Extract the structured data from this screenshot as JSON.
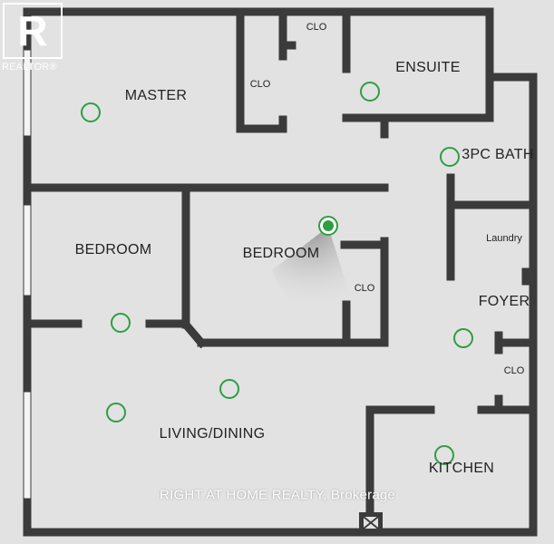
{
  "logo": {
    "mark": "R",
    "text": "REALTOR®"
  },
  "rooms": {
    "master": "MASTER",
    "ensuite": "ENSUITE",
    "bath": "3PC BATH",
    "bedroom_1": "BEDROOM",
    "bedroom_2": "BEDROOM",
    "laundry": "Laundry",
    "foyer": "FOYER",
    "living": "LIVING/DINING",
    "kitchen": "KITCHEN"
  },
  "closets": {
    "clo_top": "CLO",
    "clo_master": "CLO",
    "clo_bedroom": "CLO",
    "clo_foyer": "CLO"
  },
  "watermark": "RIGHT AT HOME REALTY, Brokerage",
  "colors": {
    "background": "#e2e2e2",
    "wall": "#3b3b3b",
    "marker": "#2e9e44",
    "window": "#f4f4f4"
  },
  "icons": {
    "logo": "realtor-logo",
    "hotspot": "hotspot-marker-icon",
    "active": "active-view-marker-icon"
  }
}
